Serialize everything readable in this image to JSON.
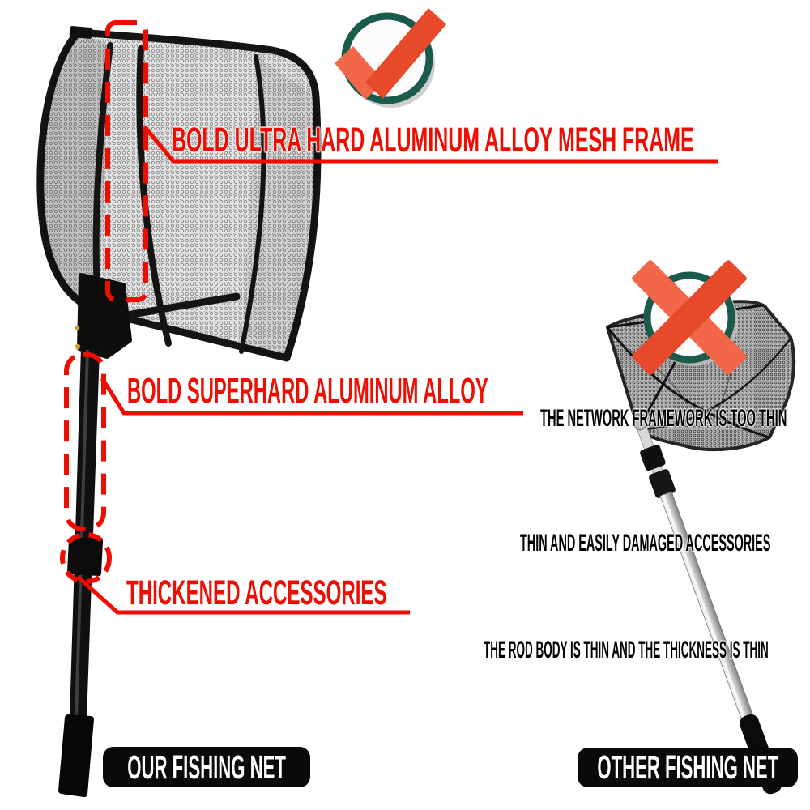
{
  "left_panel": {
    "verdict": "approved",
    "verdict_icon": "check-icon",
    "callouts": [
      {
        "text": "BOLD ULTRA HARD ALUMINUM ALLOY MESH FRAME"
      },
      {
        "text": "BOLD SUPERHARD ALUMINUM ALLOY"
      },
      {
        "text": "THICKENED ACCESSORIES"
      }
    ],
    "badge": {
      "label": "OUR FISHING NET"
    }
  },
  "right_panel": {
    "verdict": "rejected",
    "verdict_icon": "cross-icon",
    "callouts": [
      {
        "text": "THE NETWORK FRAMEWORK IS TOO THIN"
      },
      {
        "text": "THIN AND EASILY DAMAGED ACCESSORIES"
      },
      {
        "text": "THE ROD BODY IS THIN AND THE THICKNESS IS THIN"
      }
    ],
    "badge": {
      "label": "OTHER FISHING NET"
    }
  },
  "colors": {
    "annotation_red": "#ef0c00",
    "ring_green": "#1b5b4b",
    "mark_red_dark": "#e64a2a",
    "mark_red_light": "#f2664a",
    "badge_bg": "#0a0a0a",
    "badge_text": "#ffffff",
    "black_text": "#000000"
  }
}
